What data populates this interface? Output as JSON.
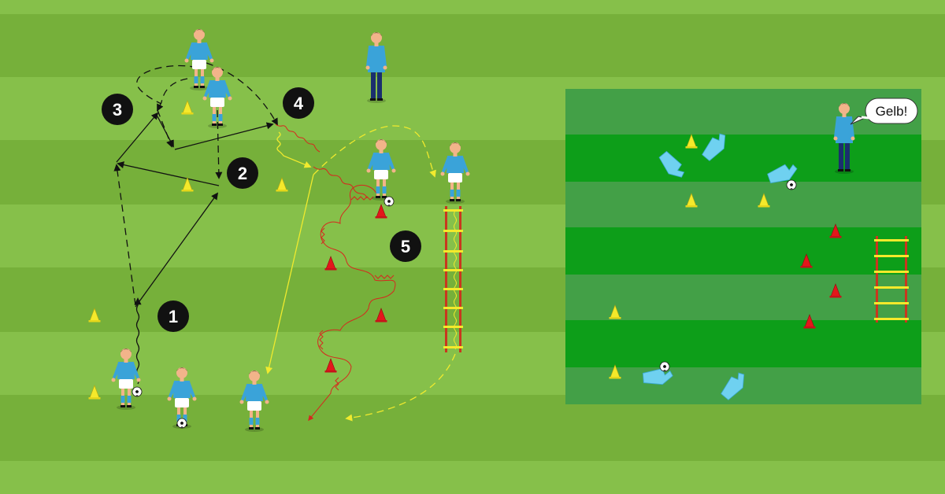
{
  "step_labels": [
    "1",
    "2",
    "3",
    "4",
    "5"
  ],
  "speech_bubble": "Gelb!",
  "colors": {
    "pitch_light": "#86c04a",
    "pitch_dark": "#76b03a",
    "inset_light": "#43a047",
    "inset_dark": "#0d9e19",
    "jersey": "#3aa3d9",
    "shorts": "#ffffff",
    "coach_pants": "#1a2f6e",
    "cone_yellow": "#f4e92b",
    "cone_red": "#e3171b",
    "mannequin": "#6fd1f0",
    "path_black": "#111111",
    "path_red": "#d6281e",
    "path_yellow": "#f0ea2e",
    "ladder_rail": "#c9371e",
    "ladder_rung": "#f4e92b"
  },
  "icons": [
    "player-icon",
    "coach-icon",
    "cone-icon",
    "ball-icon",
    "mannequin-icon",
    "agility-ladder-icon",
    "speech-bubble-icon"
  ]
}
